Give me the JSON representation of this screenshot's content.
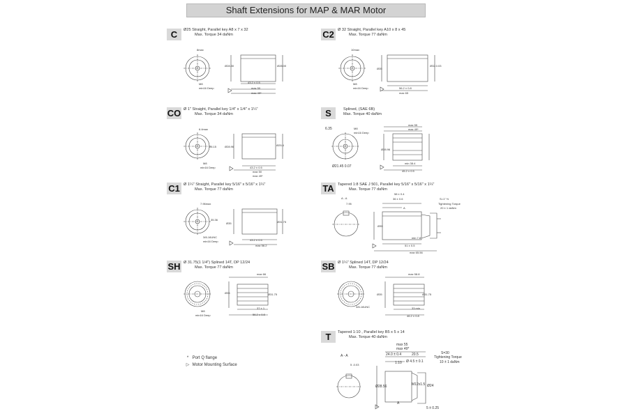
{
  "title": "Shaft Extensions for MAP & MAR Motor",
  "sections": [
    {
      "code": "C",
      "line1": "Ø25 Straight, Parallel key A8 x 7 x 32",
      "line2": "Max. Torque 34 daNm",
      "dims": [
        "8max",
        "Ø28.30",
        "Ø28.00",
        "M8",
        "min16 Deep",
        "43.2 ± 0.5",
        "max 50",
        "max 49*"
      ]
    },
    {
      "code": "C2",
      "line1": "Ø 32 Straight, Parallel key A10 x 8 x 45",
      "line2": "Max. Torque 77 daNm",
      "dims": [
        "10max",
        "Ø35",
        "M8",
        "min16 Deep",
        "Ø32.0.03",
        "56.2 ± 0.8",
        "max 65"
      ]
    },
    {
      "code": "CO",
      "line1": "Ø 1\" Straight, Parallel key 1/4\" x 1/4\" x 1¼\"",
      "line2": "Max. Torque 34 daNm",
      "dims": [
        "6.4max",
        "28.15",
        "Ø28.96",
        "M8",
        "min16 Deep",
        "Ø25.4",
        "43.2 ± 0.5",
        "max 50",
        "max 49*"
      ]
    },
    {
      "code": "S",
      "line1": "Splined, (SAE 6B)",
      "line2": "Max. Torque 40 daNm",
      "dims": [
        "6.35",
        "M8",
        "min16 Deep",
        "Ø21.45 0.07",
        "max 55",
        "max 49*",
        "Ø28.96",
        "min 38.4",
        "45.2 ± 0.5"
      ]
    },
    {
      "code": "C1",
      "line1": "Ø 1¼\" Straight, Parallel key 5/16\" x 5/16\" x 1¼\"",
      "line2": "Max. Torque 77 daNm",
      "dims": [
        "7.96max",
        "35.36",
        "Ø35",
        "3/8-16UNC",
        "min16 Deep",
        "Ø31.75",
        "43.2 ± 0.5",
        "max 56.2"
      ]
    },
    {
      "code": "TA",
      "line1": "Tapered 1:8 SAE J 501, Parallel key 5/16\" x 5/16\" x 1¼\"",
      "line2": "Max. Torque 77 daNm",
      "dims": [
        "A - A",
        "7.95",
        "Ø35",
        "58 ± 0.4",
        "36 ± 0.6",
        "S=1\" ½",
        "Tightening Torque",
        "20 ± 1 daNm",
        "A",
        "min 7.8",
        "51 ± 0.5",
        "max 65.56"
      ]
    },
    {
      "code": "SH",
      "line1": "Ø 31.75(1 1/4\") Splined 14T, DP 12/24",
      "line2": "Max. Torque 77 daNm",
      "dims": [
        "max 66",
        "Ø35",
        "Ø31.75",
        "M8",
        "min16 Deep",
        "37 ± 1",
        "56.2 ± 0.8"
      ]
    },
    {
      "code": "SB",
      "line1": "Ø 1¼\" Splined 14T, DP 12/24",
      "line2": "Max. Torque 77 daNm",
      "dims": [
        "max 58.8",
        "Ø35",
        "3/8-16UNC",
        "33 min",
        "Ø31.75",
        "46.2 ± 0.8"
      ]
    },
    {
      "code": "T",
      "line1": "Tapered 1:10 , Parallel key B5 x 5 x 14",
      "line2": "Max. Torque 40 daNm",
      "dims": [
        "A - A",
        "5 -0.03",
        "max 55",
        "max 49*",
        "24.0 ± 0.4",
        "20.5",
        "S=30",
        "Tightening Torque",
        "10 ± 1 daNm",
        "1:10",
        "Ø 4.5 ± 0.1",
        "A",
        "Ø28.56",
        "M12x1.5",
        "Ø24",
        "5 ± 0.25"
      ]
    }
  ],
  "legend": [
    {
      "symbol": "*",
      "text": "Port Q flange"
    },
    {
      "symbol": "▷",
      "text": "Motor Mounting Surface"
    }
  ]
}
